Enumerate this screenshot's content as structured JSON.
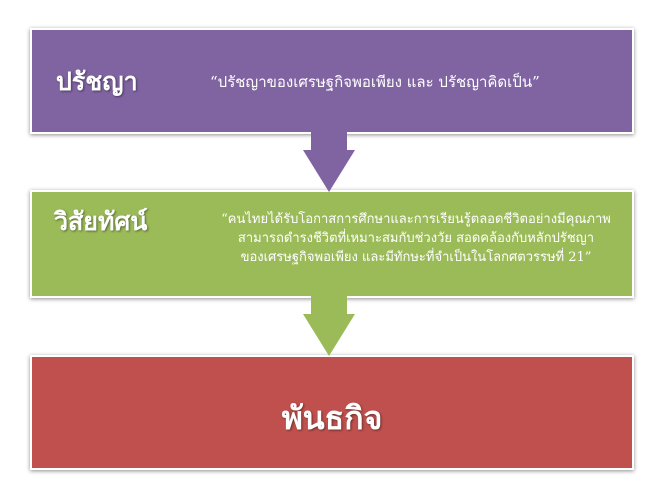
{
  "boxes": [
    {
      "heading": "ปรัชญา",
      "text": "“ปรัชญาของเศรษฐกิจพอเพียง และ ปรัชญาคิดเป็น”",
      "color": "#8064a2"
    },
    {
      "heading": "วิสัยทัศน์",
      "lines": [
        "“คนไทยได้รับโอกาสการศึกษาและการเรียนรู้ตลอดชีวิตอย่างมีคุณภาพ",
        "สามารถดำรงชีวิตที่เหมาะสมกับช่วงวัย สอดคล้องกับหลักปรัชญา",
        "ของเศรษฐกิจพอเพียง และมีทักษะที่จำเป็นในโลกศตวรรษที่ 21”"
      ],
      "color": "#9bbb59"
    },
    {
      "heading": "พันธกิจ",
      "color": "#c0504d"
    }
  ]
}
